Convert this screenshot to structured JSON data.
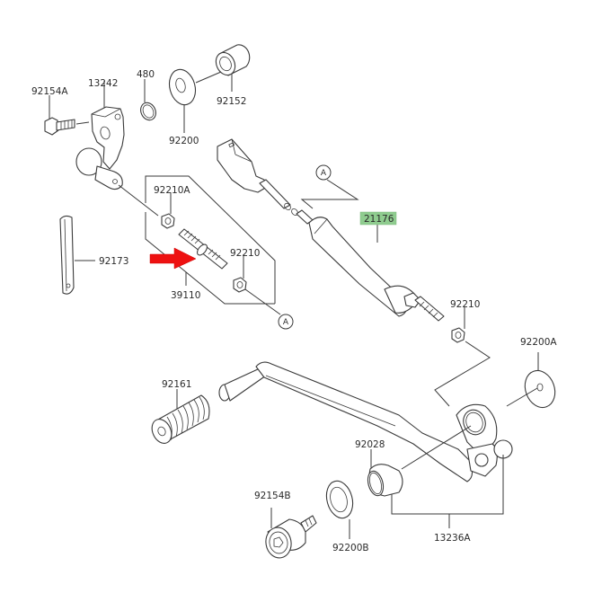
{
  "diagram": {
    "title": "Gear Change Mechanism / Shift Lever Parts Diagram",
    "highlight_color": "#8fcc8f",
    "arrow_color": "#ee1111",
    "highlighted_part": "21176",
    "arrow_target_part": "39110",
    "parts": [
      {
        "id": "92154A",
        "label": "92154A",
        "name": "bolt"
      },
      {
        "id": "13242",
        "label": "13242",
        "name": "shift-arm"
      },
      {
        "id": "480",
        "label": "480",
        "name": "circlip"
      },
      {
        "id": "92200",
        "label": "92200",
        "name": "washer"
      },
      {
        "id": "92152",
        "label": "92152",
        "name": "collar"
      },
      {
        "id": "92210A",
        "label": "92210A",
        "name": "nut"
      },
      {
        "id": "92173",
        "label": "92173",
        "name": "plate"
      },
      {
        "id": "39110",
        "label": "39110",
        "name": "tie-rod"
      },
      {
        "id": "92210-left",
        "label": "92210",
        "name": "nut"
      },
      {
        "id": "21176",
        "label": "21176",
        "name": "shift-sensor-rod"
      },
      {
        "id": "92210-right",
        "label": "92210",
        "name": "nut"
      },
      {
        "id": "92200A",
        "label": "92200A",
        "name": "washer"
      },
      {
        "id": "92161",
        "label": "92161",
        "name": "rubber-pedal"
      },
      {
        "id": "92028",
        "label": "92028",
        "name": "bush"
      },
      {
        "id": "92154B",
        "label": "92154B",
        "name": "bolt"
      },
      {
        "id": "92200B",
        "label": "92200B",
        "name": "washer"
      },
      {
        "id": "13236A",
        "label": "13236A",
        "name": "shift-pedal"
      }
    ],
    "references": {
      "ref_a_1": "A",
      "ref_a_2": "A"
    }
  }
}
